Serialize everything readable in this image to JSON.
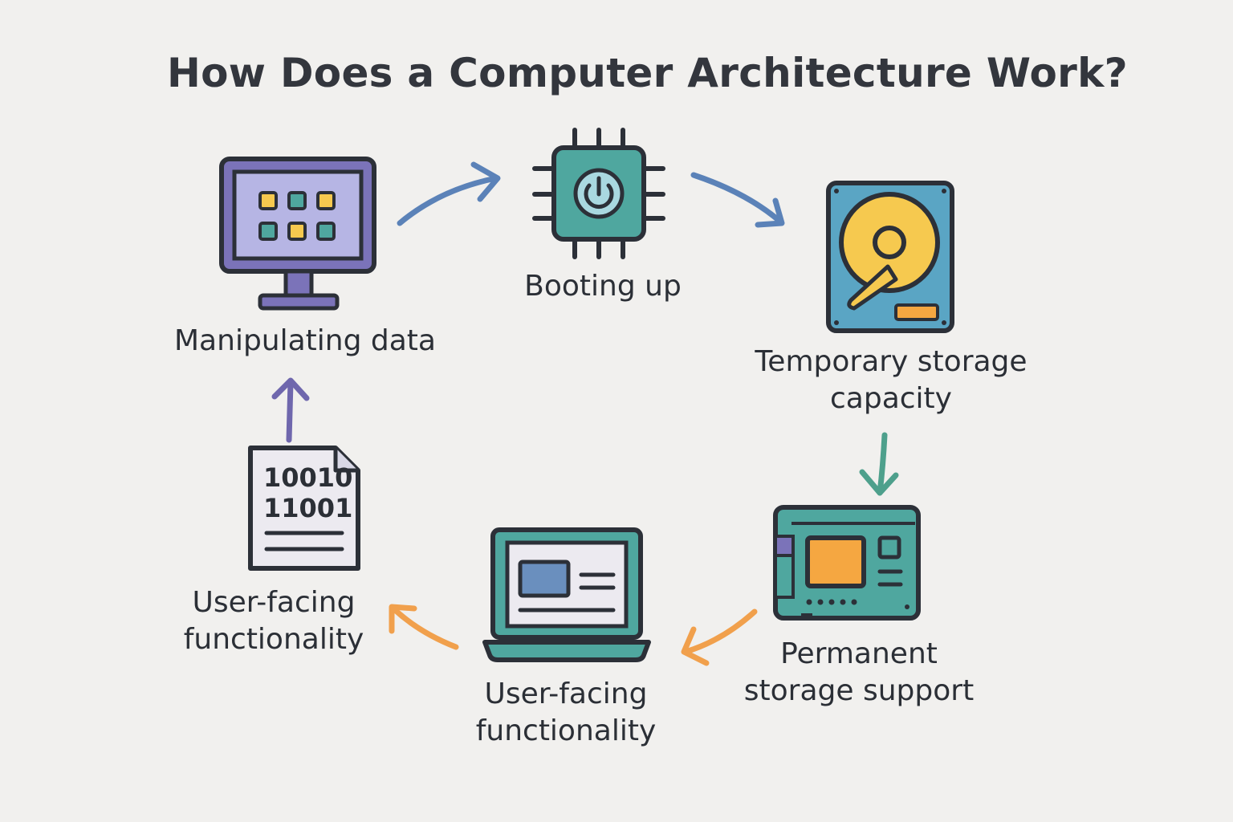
{
  "title": "How Does a Computer Architecture Work?",
  "steps": [
    {
      "label": "Booting up",
      "icon": "cpu-power-icon"
    },
    {
      "label_line1": "Temporary storage",
      "label_line2": "capacity",
      "icon": "hard-drive-icon"
    },
    {
      "label_line1": "Permanent",
      "label_line2": "storage support",
      "icon": "circuit-board-icon"
    },
    {
      "label_line1": "User-facing",
      "label_line2": "functionality",
      "icon": "laptop-icon"
    },
    {
      "label_line1": "User-facing",
      "label_line2": "functionality",
      "icon": "binary-document-icon",
      "binary_line1": "10010",
      "binary_line2": "11001"
    },
    {
      "label": "Manipulating data",
      "icon": "monitor-icon"
    }
  ],
  "colors": {
    "background": "#f1f0ee",
    "outline": "#2c3038",
    "teal": "#4fa79f",
    "blue": "#5aa5c4",
    "yellow": "#f6c94f",
    "orange": "#f5a741",
    "purple": "#7b73b9",
    "lavender": "#b6b5e4",
    "arrow_blue": "#5b82b8",
    "arrow_green": "#4ea08c",
    "arrow_orange": "#f1a04c",
    "arrow_purple": "#6f67ad"
  }
}
